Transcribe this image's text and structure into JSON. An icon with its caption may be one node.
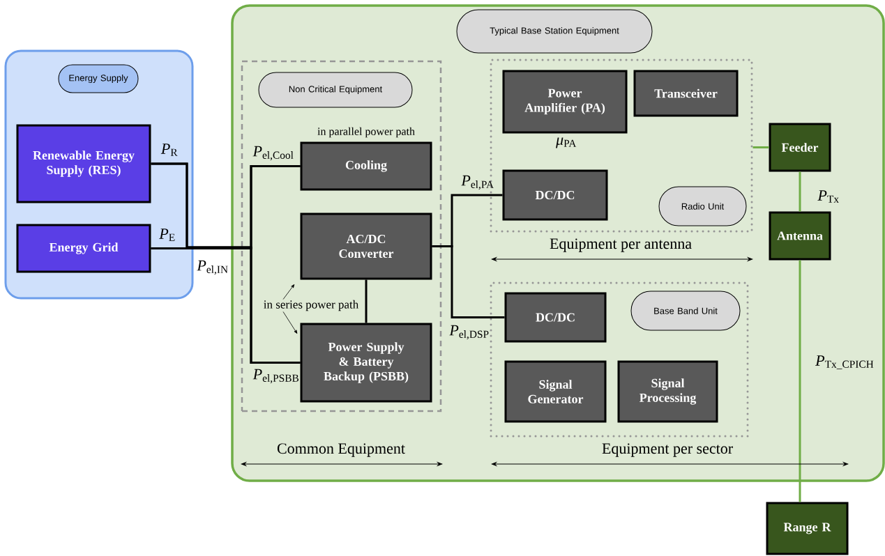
{
  "diagram": {
    "nodes": [
      {
        "text": [],
        "shape": "box"
      },
      {
        "text": [
          "Energy Supply"
        ],
        "in": 0
      },
      {
        "text": [
          "Renewable Energy Supply (RES)"
        ],
        "in": 0
      },
      {
        "text": [
          "Energy Grid"
        ],
        "in": 0
      },
      {
        "text": [],
        "shape": "box"
      },
      {
        "text": [
          "Typical Base Station Equipment"
        ],
        "in": 4
      },
      {
        "text": [],
        "shape": "box",
        "in": 4
      },
      {
        "text": [
          "Non Critical Equipment"
        ],
        "in": 6
      },
      {
        "text": [
          "Cooling"
        ],
        "in": 6
      },
      {
        "text": [
          "AC/DC Converter"
        ],
        "in": 6
      },
      {
        "text": [
          "in series power path"
        ],
        "in": 6
      },
      {
        "text": [
          "Power Supply & Battery Backup (PSBB)"
        ],
        "in": 6
      },
      {
        "text": [],
        "shape": "box",
        "in": 4
      },
      {
        "text": [
          "Power Amplifier (PA)"
        ],
        "in": 12
      },
      {
        "text": [
          "Transceiver"
        ],
        "in": 12
      },
      {
        "text": [
          "DC/DC"
        ],
        "in": 12
      },
      {
        "text": [
          "Radio Unit"
        ],
        "in": 12
      },
      {
        "text": [],
        "shape": "box",
        "in": 4
      },
      {
        "text": [
          "DC/DC"
        ],
        "in": 17
      },
      {
        "text": [
          "Base Band Unit"
        ],
        "in": 17
      },
      {
        "text": [
          "Signal Generator"
        ],
        "in": 17
      },
      {
        "text": [
          "Signal Processing"
        ],
        "in": 17
      },
      {
        "text": [
          "Feeder"
        ],
        "in": 4
      },
      {
        "text": [
          "Antenna"
        ],
        "in": 4
      },
      {
        "text": [
          "Range R"
        ]
      }
    ],
    "edges": [
      {
        "from": 2,
        "to": 8,
        "arrow": "none"
      },
      {
        "from": 2,
        "to": 11,
        "arrow": "none"
      },
      {
        "from": 3,
        "to": 8,
        "arrow": "none"
      },
      {
        "from": 3,
        "to": 11,
        "arrow": "none"
      },
      {
        "from": 10,
        "to": 9,
        "arrow": "to"
      },
      {
        "from": 10,
        "to": 11,
        "arrow": "to"
      },
      {
        "from": 9,
        "to": 11,
        "arrow": "none"
      },
      {
        "from": 9,
        "to": 15,
        "arrow": "none"
      },
      {
        "from": 9,
        "to": 18,
        "arrow": "none"
      },
      {
        "from": 22,
        "to": 12,
        "arrow": "none",
        "color": "#70ad47"
      },
      {
        "from": 22,
        "to": 23,
        "arrow": "none",
        "color": "#70ad47"
      },
      {
        "from": 23,
        "to": 24,
        "arrow": "none",
        "color": "#70ad47"
      }
    ],
    "labels": [
      "in parallel power path",
      "*P*$_{R}$",
      "*μ*$_{PA}$",
      "*P*$_{el,Cool}$",
      "*P*$_{el,PA}$",
      "*P*$_{Tx}$",
      "*P*$_{E}$",
      "*P*$_{el,IN}$",
      "Equipment per antenna",
      "*P*$_{el,DSP}$",
      "*P*$_{Tx_CPICH}$",
      "*P*$_{el,PSBB}$",
      "Common Equipment",
      "Equipment per sector"
    ]
  }
}
